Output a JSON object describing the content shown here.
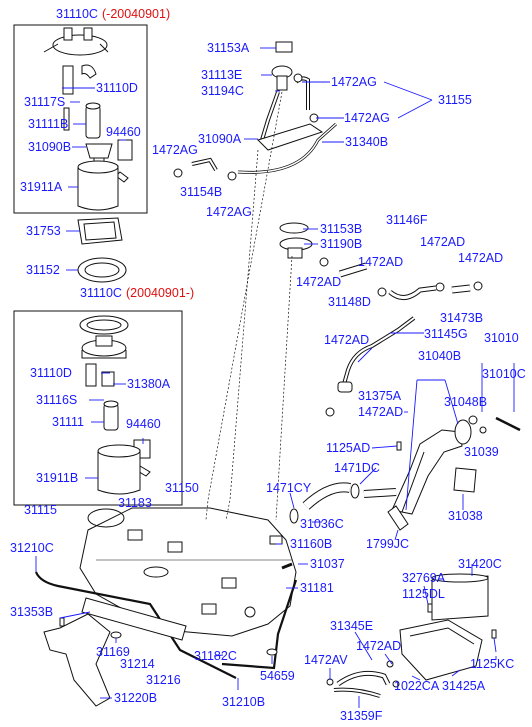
{
  "colors": {
    "label": "#1a1aff",
    "label_red": "#e01010",
    "line": "#1a1aff",
    "drawing": "#111111",
    "drawing_fill": "#ffffff",
    "background": "#ffffff"
  },
  "diagram": {
    "parts": [
      {
        "key": "p31110C_pre_a",
        "text": "31110C"
      },
      {
        "key": "p31110C_pre_b",
        "text": "(-20040901)"
      },
      {
        "key": "p31110D_1",
        "text": "31110D"
      },
      {
        "key": "p31117S",
        "text": "31117S"
      },
      {
        "key": "p31111B",
        "text": "31111B"
      },
      {
        "key": "p94460_1",
        "text": "94460"
      },
      {
        "key": "p31090B",
        "text": "31090B"
      },
      {
        "key": "p31911A",
        "text": "31911A"
      },
      {
        "key": "p31753",
        "text": "31753"
      },
      {
        "key": "p31152",
        "text": "31152"
      },
      {
        "key": "p31110C_post_a",
        "text": "31110C"
      },
      {
        "key": "p31110C_post_b",
        "text": "(20040901-)"
      },
      {
        "key": "p31110D_2",
        "text": "31110D"
      },
      {
        "key": "p31380A",
        "text": "31380A"
      },
      {
        "key": "p31116S",
        "text": "31116S"
      },
      {
        "key": "p31111",
        "text": "31111"
      },
      {
        "key": "p94460_2",
        "text": "94460"
      },
      {
        "key": "p31911B",
        "text": "31911B"
      },
      {
        "key": "p31150",
        "text": "31150"
      },
      {
        "key": "p31115",
        "text": "31115"
      },
      {
        "key": "p31183",
        "text": "31183"
      },
      {
        "key": "p31153A",
        "text": "31153A"
      },
      {
        "key": "p31113E",
        "text": "31113E"
      },
      {
        "key": "p31194C",
        "text": "31194C"
      },
      {
        "key": "p1472AG_1",
        "text": "1472AG"
      },
      {
        "key": "p31155",
        "text": "31155"
      },
      {
        "key": "p1472AG_2",
        "text": "1472AG"
      },
      {
        "key": "p31090A",
        "text": "31090A"
      },
      {
        "key": "p31340B",
        "text": "31340B"
      },
      {
        "key": "p1472AG_3",
        "text": "1472AG"
      },
      {
        "key": "p31154B",
        "text": "31154B"
      },
      {
        "key": "p1472AG_4",
        "text": "1472AG"
      },
      {
        "key": "p31153B",
        "text": "31153B"
      },
      {
        "key": "p31190B",
        "text": "31190B"
      },
      {
        "key": "p1472AD_1",
        "text": "1472AD"
      },
      {
        "key": "p31146F",
        "text": "31146F"
      },
      {
        "key": "p1472AD_2",
        "text": "1472AD"
      },
      {
        "key": "p1472AD_3",
        "text": "1472AD"
      },
      {
        "key": "p1472AD_4",
        "text": "1472AD"
      },
      {
        "key": "p31148D",
        "text": "31148D"
      },
      {
        "key": "p31473B",
        "text": "31473B"
      },
      {
        "key": "p1472AD_5",
        "text": "1472AD"
      },
      {
        "key": "p31145G",
        "text": "31145G"
      },
      {
        "key": "p31010",
        "text": "31010"
      },
      {
        "key": "p31040B",
        "text": "31040B"
      },
      {
        "key": "p31010C",
        "text": "31010C"
      },
      {
        "key": "p31375A",
        "text": "31375A"
      },
      {
        "key": "p31048B",
        "text": "31048B"
      },
      {
        "key": "p1472AD_6",
        "text": "1472AD"
      },
      {
        "key": "p1125AD",
        "text": "1125AD"
      },
      {
        "key": "p31039",
        "text": "31039"
      },
      {
        "key": "p1471DC",
        "text": "1471DC"
      },
      {
        "key": "p1471CY",
        "text": "1471CY"
      },
      {
        "key": "p31036C",
        "text": "31036C"
      },
      {
        "key": "p31038",
        "text": "31038"
      },
      {
        "key": "p1799JC",
        "text": "1799JC"
      },
      {
        "key": "p31160B",
        "text": "31160B"
      },
      {
        "key": "p31037",
        "text": "31037"
      },
      {
        "key": "p31181",
        "text": "31181"
      },
      {
        "key": "p31210C",
        "text": "31210C"
      },
      {
        "key": "p31420C",
        "text": "31420C"
      },
      {
        "key": "p32769A",
        "text": "32769A"
      },
      {
        "key": "p1125DL",
        "text": "1125DL"
      },
      {
        "key": "p31353B",
        "text": "31353B"
      },
      {
        "key": "p31345E",
        "text": "31345E"
      },
      {
        "key": "p1472AD_7",
        "text": "1472AD"
      },
      {
        "key": "p1472AV",
        "text": "1472AV"
      },
      {
        "key": "p31169",
        "text": "31169"
      },
      {
        "key": "p31214",
        "text": "31214"
      },
      {
        "key": "p31182C",
        "text": "31182C"
      },
      {
        "key": "p31216",
        "text": "31216"
      },
      {
        "key": "p54659",
        "text": "54659"
      },
      {
        "key": "p31220B",
        "text": "31220B"
      },
      {
        "key": "p31210B",
        "text": "31210B"
      },
      {
        "key": "p1022CA",
        "text": "1022CA"
      },
      {
        "key": "p31425A",
        "text": "31425A"
      },
      {
        "key": "p1125KC",
        "text": "1125KC"
      },
      {
        "key": "p31359F",
        "text": "31359F"
      }
    ]
  }
}
